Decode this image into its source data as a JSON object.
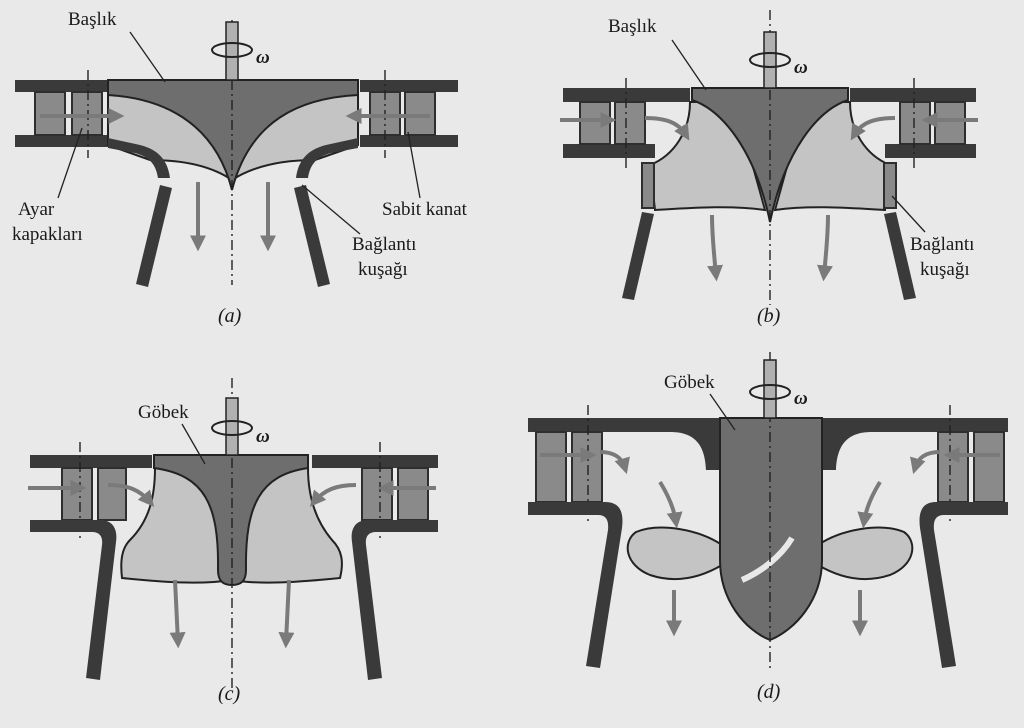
{
  "labels": {
    "a_title": "Başlık",
    "a_gates_1": "Ayar",
    "a_gates_2": "kapakları",
    "a_fixed_vane": "Sabit kanat",
    "a_band_1": "Bağlantı",
    "a_band_2": "kuşağı",
    "b_title": "Başlık",
    "b_band_1": "Bağlantı",
    "b_band_2": "kuşağı",
    "c_hub": "Göbek",
    "d_hub": "Göbek",
    "omega": "ω"
  },
  "captions": {
    "a": "(a)",
    "b": "(b)",
    "c": "(c)",
    "d": "(d)"
  }
}
